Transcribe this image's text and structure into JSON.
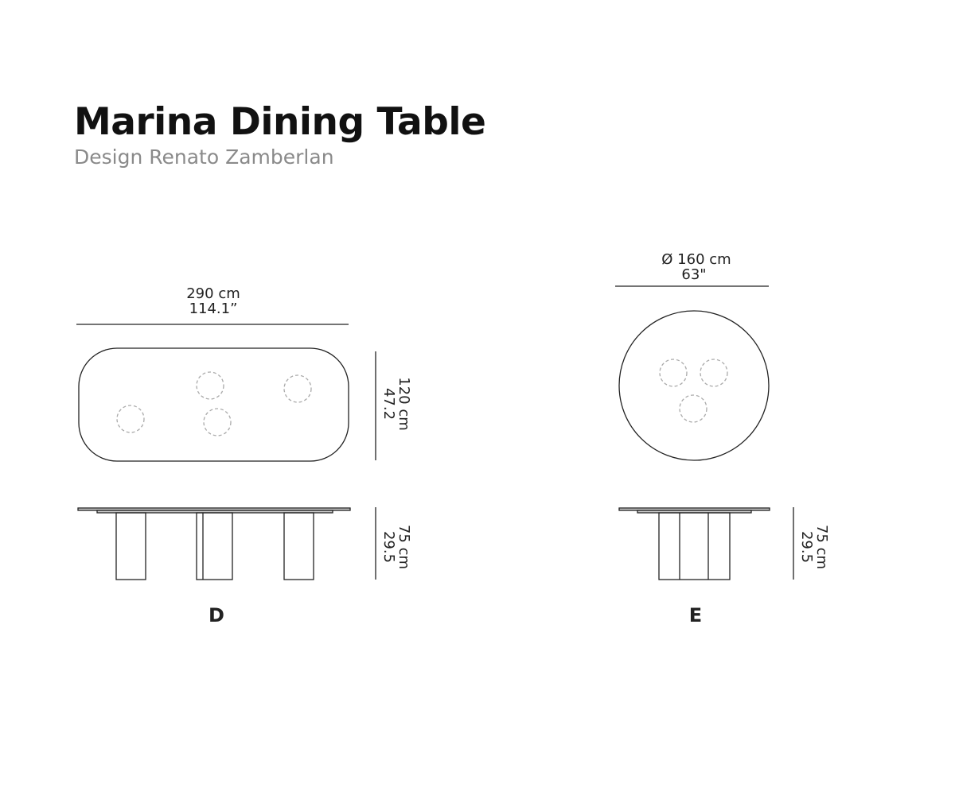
{
  "title": "Marina Dining Table",
  "subtitle": "Design Renato Zamberlan",
  "views": {
    "d": {
      "label": "D",
      "width_cm": "290 cm",
      "width_in": "114.1”",
      "depth_cm": "120 cm",
      "depth_in": "47.2",
      "height_cm": "75 cm",
      "height_in": "29.5"
    },
    "e": {
      "label": "E",
      "diameter_cm": "Ø 160 cm",
      "diameter_in": "63\"",
      "height_cm": "75 cm",
      "height_in": "29.5"
    }
  }
}
